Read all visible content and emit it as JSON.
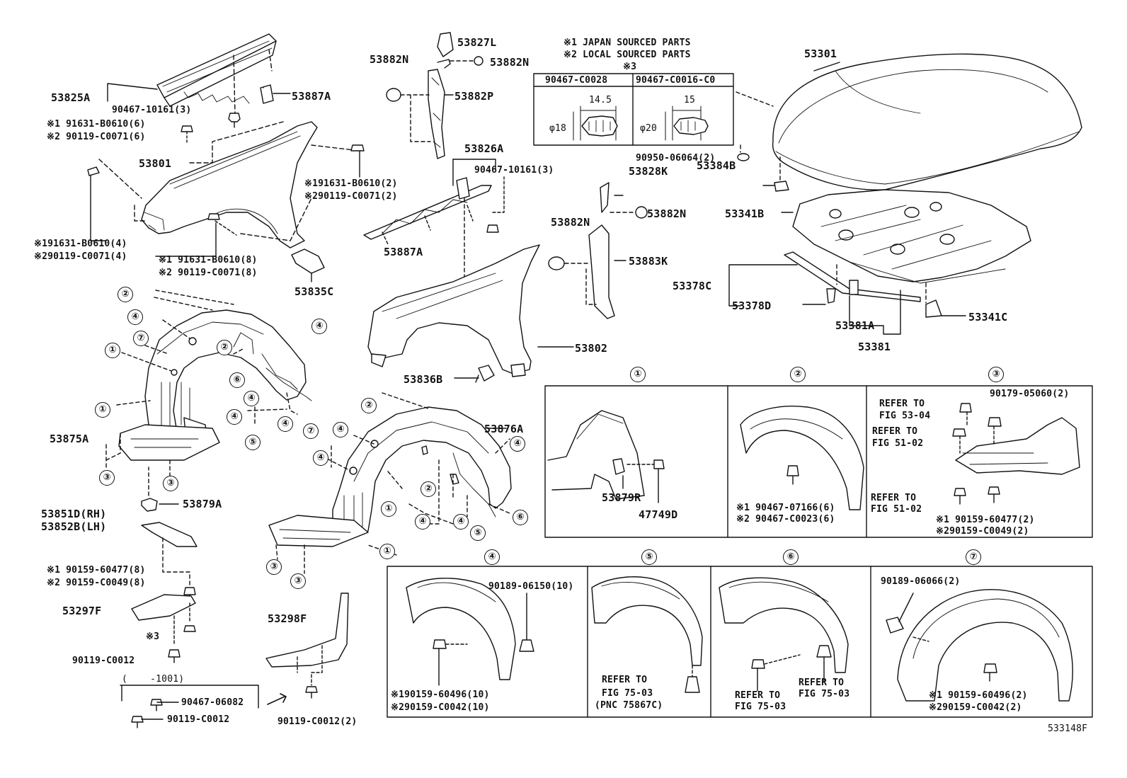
{
  "notes": {
    "japan": "※1 JAPAN SOURCED PARTS",
    "local": "※2 LOCAL SOURCED PARTS",
    "mark3": "※3"
  },
  "clip_table": {
    "col1": "90467-C0028",
    "col2": "90467-C0016-C0",
    "d1_len": "14.5",
    "d1_dia": "φ18",
    "d2_len": "15",
    "d2_dia": "φ20"
  },
  "labels": {
    "p53825A": "53825A",
    "p90467_10161_3": "90467-10161(3)",
    "p53887A_a": "53887A",
    "p91631_b0610_6": "※1 91631-B0610(6)",
    "p90119_c0071_6": "※2 90119-C0071(6)",
    "p53801": "53801",
    "p91631_b0610_2": "※191631-B0610(2)",
    "p90119_c0071_2": "※290119-C0071(2)",
    "p91631_b0610_4": "※191631-B0610(4)",
    "p90119_c0071_4": "※290119-C0071(4)",
    "p91631_b0610_8": "※1 91631-B0610(8)",
    "p90119_c0071_8": "※2 90119-C0071(8)",
    "p53835C": "53835C",
    "p53875A": "53875A",
    "p53879A": "53879A",
    "p53851D": "53851D(RH)",
    "p53852B": "53852B(LH)",
    "p90159_60477_8": "※1 90159-60477(8)",
    "p90159_c0049_8": "※2 90159-C0049(8)",
    "p53297F": "53297F",
    "p90119_c0012_a": "90119-C0012",
    "p_1001": "(    -1001)",
    "p90467_06082": "90467-06082",
    "p90119_c0012_b": "90119-C0012",
    "p53298F": "53298F",
    "p90119_c0012_2": "90119-C0012(2)",
    "p53882N_a": "53882N",
    "p53827L": "53827L",
    "p53882N_b": "53882N",
    "p53882P": "53882P",
    "p53826A": "53826A",
    "p90467_10161_3b": "90467-10161(3)",
    "p53887A_b": "53887A",
    "p53882N_c": "53882N",
    "p53828K": "53828K",
    "p53882N_d": "53882N",
    "p53883K": "53883K",
    "p53802": "53802",
    "p53836B": "53836B",
    "p53876A": "53876A",
    "p53301": "53301",
    "p90950_06064": "90950-06064(2)",
    "p53384B": "53384B",
    "p53341B": "53341B",
    "p53378C": "53378C",
    "p53378D": "53378D",
    "p53381A": "53381A",
    "p53381": "53381",
    "p53341C": "53341C",
    "p533148F": "533148F"
  },
  "callouts": {
    "c1": "①",
    "c2": "②",
    "c3": "③",
    "c4": "④",
    "c5": "⑤",
    "c6": "⑥",
    "c7": "⑦"
  },
  "detail_1": {
    "title": "①",
    "a": "53879R",
    "b": "47749D"
  },
  "detail_2": {
    "title": "②",
    "a": "※1 90467-07166(6)",
    "b": "※2 90467-C0023(6)"
  },
  "detail_3": {
    "title": "③",
    "r1a": "REFER TO",
    "r1b": "FIG 53-04",
    "r2a": "REFER TO",
    "r2b": "FIG 51-02",
    "r3a": "REFER TO",
    "r3b": "FIG 51-02",
    "p1": "90179-05060(2)",
    "p2": "※1 90159-60477(2)",
    "p3": "※290159-C0049(2)"
  },
  "detail_4": {
    "title": "④",
    "a": "90189-06150(10)",
    "b": "※190159-60496(10)",
    "c": "※290159-C0042(10)"
  },
  "detail_5": {
    "title": "⑤",
    "a": "REFER TO",
    "b": "FIG 75-03",
    "c": "(PNC 75867C)"
  },
  "detail_6": {
    "title": "⑥",
    "a": "REFER TO",
    "b": "FIG 75-03",
    "c": "REFER TO",
    "d": "FIG 75-03"
  },
  "detail_7": {
    "title": "⑦",
    "a": "90189-06066(2)",
    "b": "※1 90159-60496(2)",
    "c": "※290159-C0042(2)"
  }
}
